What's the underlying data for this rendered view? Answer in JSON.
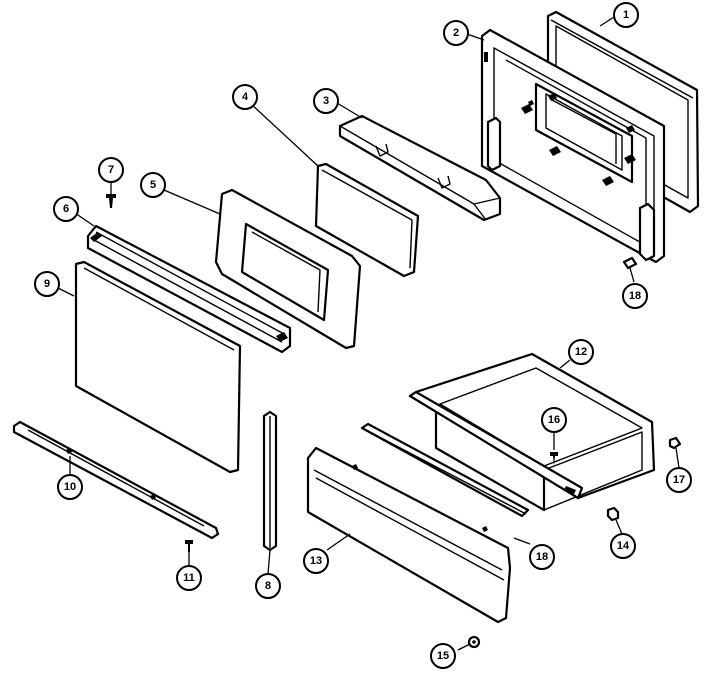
{
  "callouts": [
    {
      "key": "c1",
      "label": "1"
    },
    {
      "key": "c2",
      "label": "2"
    },
    {
      "key": "c3",
      "label": "3"
    },
    {
      "key": "c4",
      "label": "4"
    },
    {
      "key": "c5",
      "label": "5"
    },
    {
      "key": "c6",
      "label": "6"
    },
    {
      "key": "c7",
      "label": "7"
    },
    {
      "key": "c8",
      "label": "8"
    },
    {
      "key": "c9",
      "label": "9"
    },
    {
      "key": "c10",
      "label": "10"
    },
    {
      "key": "c11",
      "label": "11"
    },
    {
      "key": "c12",
      "label": "12"
    },
    {
      "key": "c13",
      "label": "13"
    },
    {
      "key": "c14",
      "label": "14"
    },
    {
      "key": "c15",
      "label": "15"
    },
    {
      "key": "c16",
      "label": "16"
    },
    {
      "key": "c17",
      "label": "17"
    },
    {
      "key": "c18a",
      "label": "18"
    },
    {
      "key": "c18b",
      "label": "18"
    }
  ]
}
